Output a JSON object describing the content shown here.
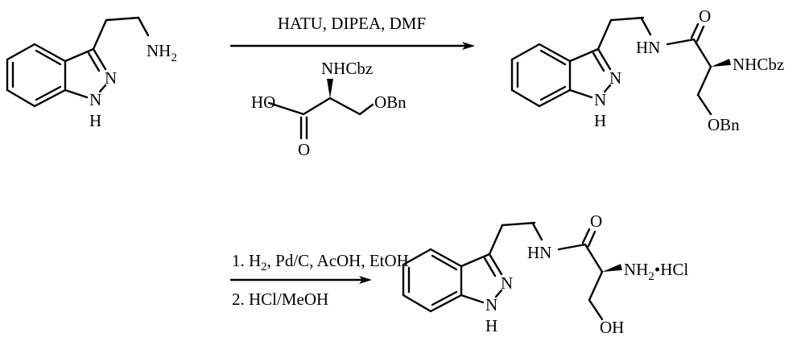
{
  "scheme": {
    "step1": {
      "reagents_above": "HATU, DIPEA, DMF",
      "reagent_structure": {
        "acid_label": "HO",
        "carbonyl_o_label": "O",
        "amine_label": "NHCbz",
        "ether_label": "OBn"
      }
    },
    "step2": {
      "line1_prefix": "1. H",
      "line1_sub": "2",
      "line1_suffix": ", Pd/C, AcOH, EtOH",
      "line2": "2. HCl/MeOH"
    },
    "starting_material": {
      "amine_label": "NH",
      "amine_sub": "2",
      "n2_label": "N",
      "n1_label": "N",
      "h_label": "H"
    },
    "intermediate": {
      "n2_label": "N",
      "n1_label": "N",
      "h_label": "H",
      "amide_nh_label": "HN",
      "carbonyl_o_label": "O",
      "amine_label": "NHCbz",
      "ether_label": "OBn"
    },
    "product": {
      "n2_label": "N",
      "n1_label": "N",
      "h_label": "H",
      "amide_nh_label": "HN",
      "carbonyl_o_label": "O",
      "amine_prefix": "NH",
      "amine_sub": "2",
      "amine_suffix": "•HCl",
      "hydroxyl_label": "OH"
    }
  }
}
